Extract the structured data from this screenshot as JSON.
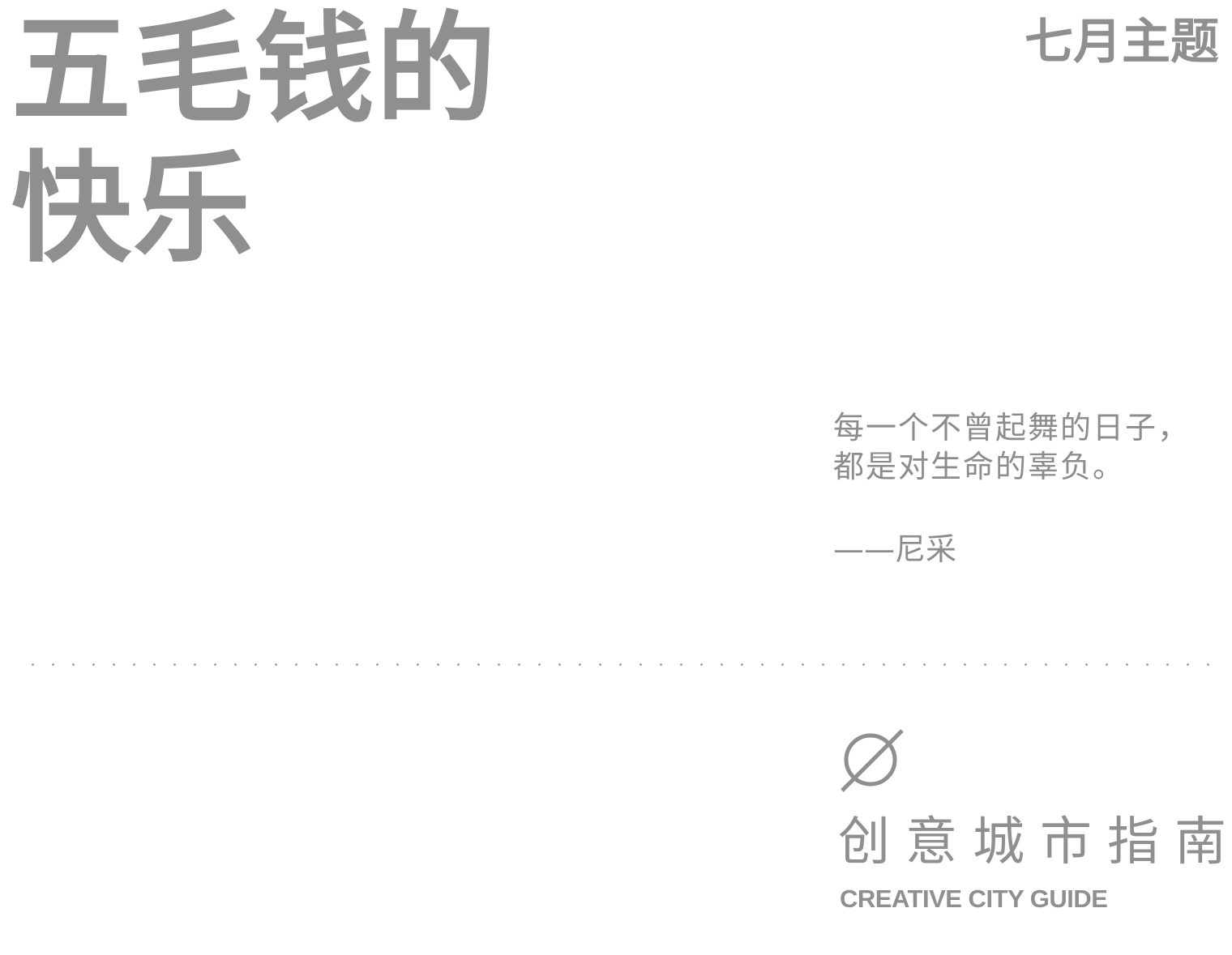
{
  "header": {
    "title_lines": [
      "五毛钱的",
      "快乐"
    ],
    "month_theme": "七月主题"
  },
  "quote": {
    "lines": [
      "每一个不曾起舞的日子，",
      "都是对生命的辜负。"
    ],
    "author": "——尼采"
  },
  "logo": {
    "icon": "empty-set-icon",
    "name_cn": "创意城市指南",
    "name_en": "CREATIVE CITY GUIDE"
  },
  "colors": {
    "text": "#8f8f8f",
    "background": "#ffffff"
  }
}
